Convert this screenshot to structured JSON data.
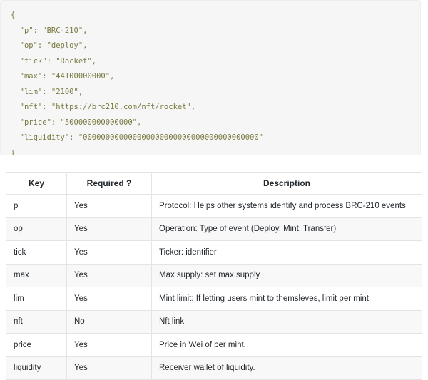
{
  "code_block": {
    "language": "json",
    "lines": [
      "{",
      "  \"p\": \"BRC-210\",",
      "  \"op\": \"deploy\",",
      "  \"tick\": \"Rocket\",",
      "  \"max\": \"44100000000\",",
      "  \"lim\": \"2100\",",
      "  \"nft\": \"https://brc210.com/nft/rocket\",",
      "  \"price\": \"500000000000000\",",
      "  \"liquidity\": \"000000000000000000000000000000000000000\"",
      "}"
    ],
    "fields": {
      "p": "BRC-210",
      "op": "deploy",
      "tick": "Rocket",
      "max": "44100000000",
      "lim": "2100",
      "nft": "https://brc210.com/nft/rocket",
      "price": "500000000000000",
      "liquidity": "000000000000000000000000000000000000000"
    },
    "colors": {
      "background": "#f6f6f6",
      "border": "#eeeeee",
      "token": "#80803c",
      "punctuation": "#555555"
    }
  },
  "table": {
    "headers": [
      "Key",
      "Required ?",
      "Description"
    ],
    "rows": [
      {
        "key": "p",
        "required": "Yes",
        "description": "Protocol: Helps other systems identify and process BRC-210 events"
      },
      {
        "key": "op",
        "required": "Yes",
        "description": "Operation: Type of event (Deploy, Mint, Transfer)"
      },
      {
        "key": "tick",
        "required": "Yes",
        "description": "Ticker: identifier"
      },
      {
        "key": "max",
        "required": "Yes",
        "description": "Max supply: set max supply"
      },
      {
        "key": "lim",
        "required": "Yes",
        "description": "Mint limit: If letting users mint to themsleves, limit per mint"
      },
      {
        "key": "nft",
        "required": "No",
        "description": "Nft link"
      },
      {
        "key": "price",
        "required": "Yes",
        "description": "Price in Wei of per mint."
      },
      {
        "key": "liquidity",
        "required": "Yes",
        "description": "Receiver wallet of liquidity."
      }
    ],
    "colors": {
      "border": "#e4e4e4",
      "row_odd": "#ffffff",
      "row_even": "#f8f8f8",
      "text": "#24292e"
    }
  }
}
